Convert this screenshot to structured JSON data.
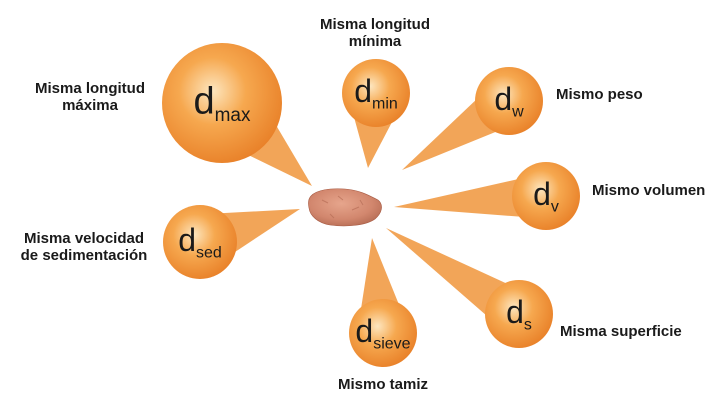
{
  "colors": {
    "bubble_outer": "#e9822a",
    "bubble_mid": "#f6a84f",
    "bubble_light": "#fde6bf",
    "ray": "#f0953b",
    "label_text": "#1a1a1a",
    "rock": "#d2876e"
  },
  "particle": {
    "name": "rock-particle"
  },
  "definitions": [
    {
      "id": "max",
      "symbol": "d",
      "subscript": "max",
      "label_lines": [
        "Misma longitud",
        "máxima"
      ]
    },
    {
      "id": "min",
      "symbol": "d",
      "subscript": "min",
      "label_lines": [
        "Misma longitud",
        "mínima"
      ]
    },
    {
      "id": "w",
      "symbol": "d",
      "subscript": "w",
      "label_lines": [
        "Mismo peso"
      ]
    },
    {
      "id": "v",
      "symbol": "d",
      "subscript": "v",
      "label_lines": [
        "Mismo volumen"
      ]
    },
    {
      "id": "sed",
      "symbol": "d",
      "subscript": "sed",
      "label_lines": [
        "Misma velocidad",
        "de sedimentación"
      ]
    },
    {
      "id": "s",
      "symbol": "d",
      "subscript": "s",
      "label_lines": [
        "Misma superficie"
      ]
    },
    {
      "id": "sieve",
      "symbol": "d",
      "subscript": "sieve",
      "label_lines": [
        "Mismo tamiz"
      ]
    }
  ]
}
